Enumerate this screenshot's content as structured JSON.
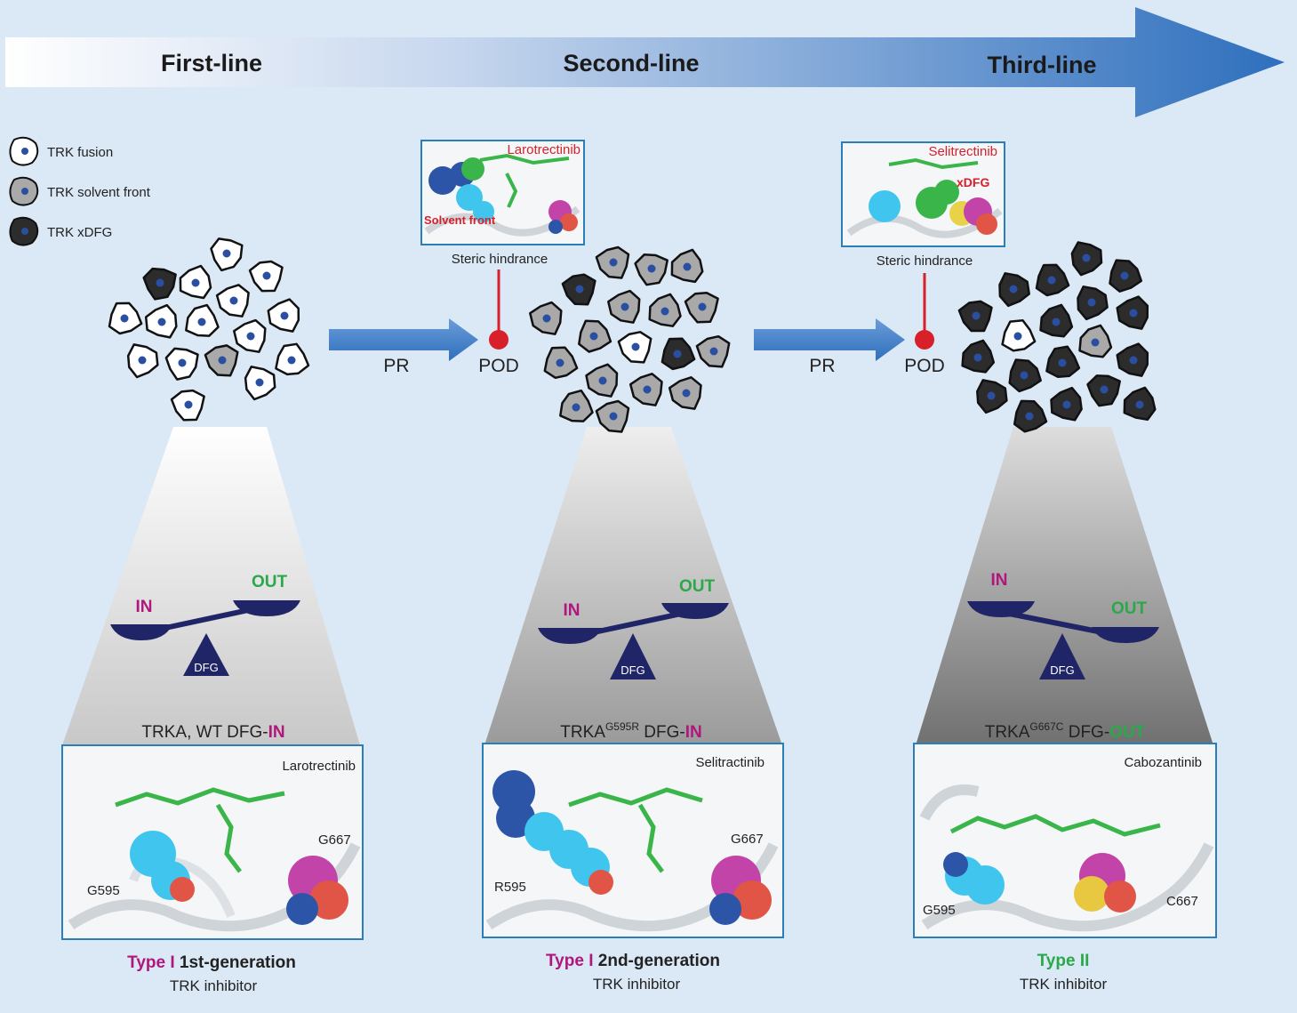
{
  "colors": {
    "background": "#dbe8f5",
    "arrow": "#2e6fbd",
    "navy": "#1f2566",
    "in": "#b0177d",
    "out": "#2aa84a",
    "pod": "#d8202a",
    "fusion": "#ffffff",
    "solvent_front": "#a9a9a9",
    "xdfg": "#2c2c2c"
  },
  "lines": {
    "first": "First-line",
    "second": "Second-line",
    "third": "Third-line"
  },
  "legend": {
    "fusion": "TRK fusion",
    "solvent": "TRK solvent front",
    "xdfg": "TRK xDFG"
  },
  "transition": {
    "pr": "PR",
    "pod": "POD"
  },
  "insets": [
    {
      "drug": "Larotrectinib",
      "label": "Solvent front",
      "caption": "Steric hindrance"
    },
    {
      "drug": "Selitrectinib",
      "label": "xDFG",
      "caption": "Steric hindrance"
    }
  ],
  "panels": [
    {
      "balance_in": "IN",
      "balance_out": "OUT",
      "fulcrum": "DFG",
      "mutation_prefix": "TRKA, WT DFG-",
      "mutation_sup": "",
      "mutation_suffix": "",
      "mutation_state": "IN",
      "drug": "Larotrectinib",
      "res_left": "G595",
      "res_right": "G667",
      "type": "Type I",
      "generation": "1st-generation",
      "inhibitor": "TRK inhibitor"
    },
    {
      "balance_in": "IN",
      "balance_out": "OUT",
      "fulcrum": "DFG",
      "mutation_prefix": "TRKA",
      "mutation_sup": "G595R",
      "mutation_suffix": " DFG-",
      "mutation_state": "IN",
      "drug": "Selitractinib",
      "res_left": "R595",
      "res_right": "G667",
      "type": "Type I",
      "generation": "2nd-generation",
      "inhibitor": "TRK inhibitor"
    },
    {
      "balance_in": "IN",
      "balance_out": "OUT",
      "fulcrum": "DFG",
      "mutation_prefix": "TRKA",
      "mutation_sup": "G667C",
      "mutation_suffix": " DFG-",
      "mutation_state": "OUT",
      "drug": "Cabozantinib",
      "res_left": "G595",
      "res_right": "C667",
      "type": "Type II",
      "generation": "",
      "inhibitor": "TRK inhibitor"
    }
  ]
}
